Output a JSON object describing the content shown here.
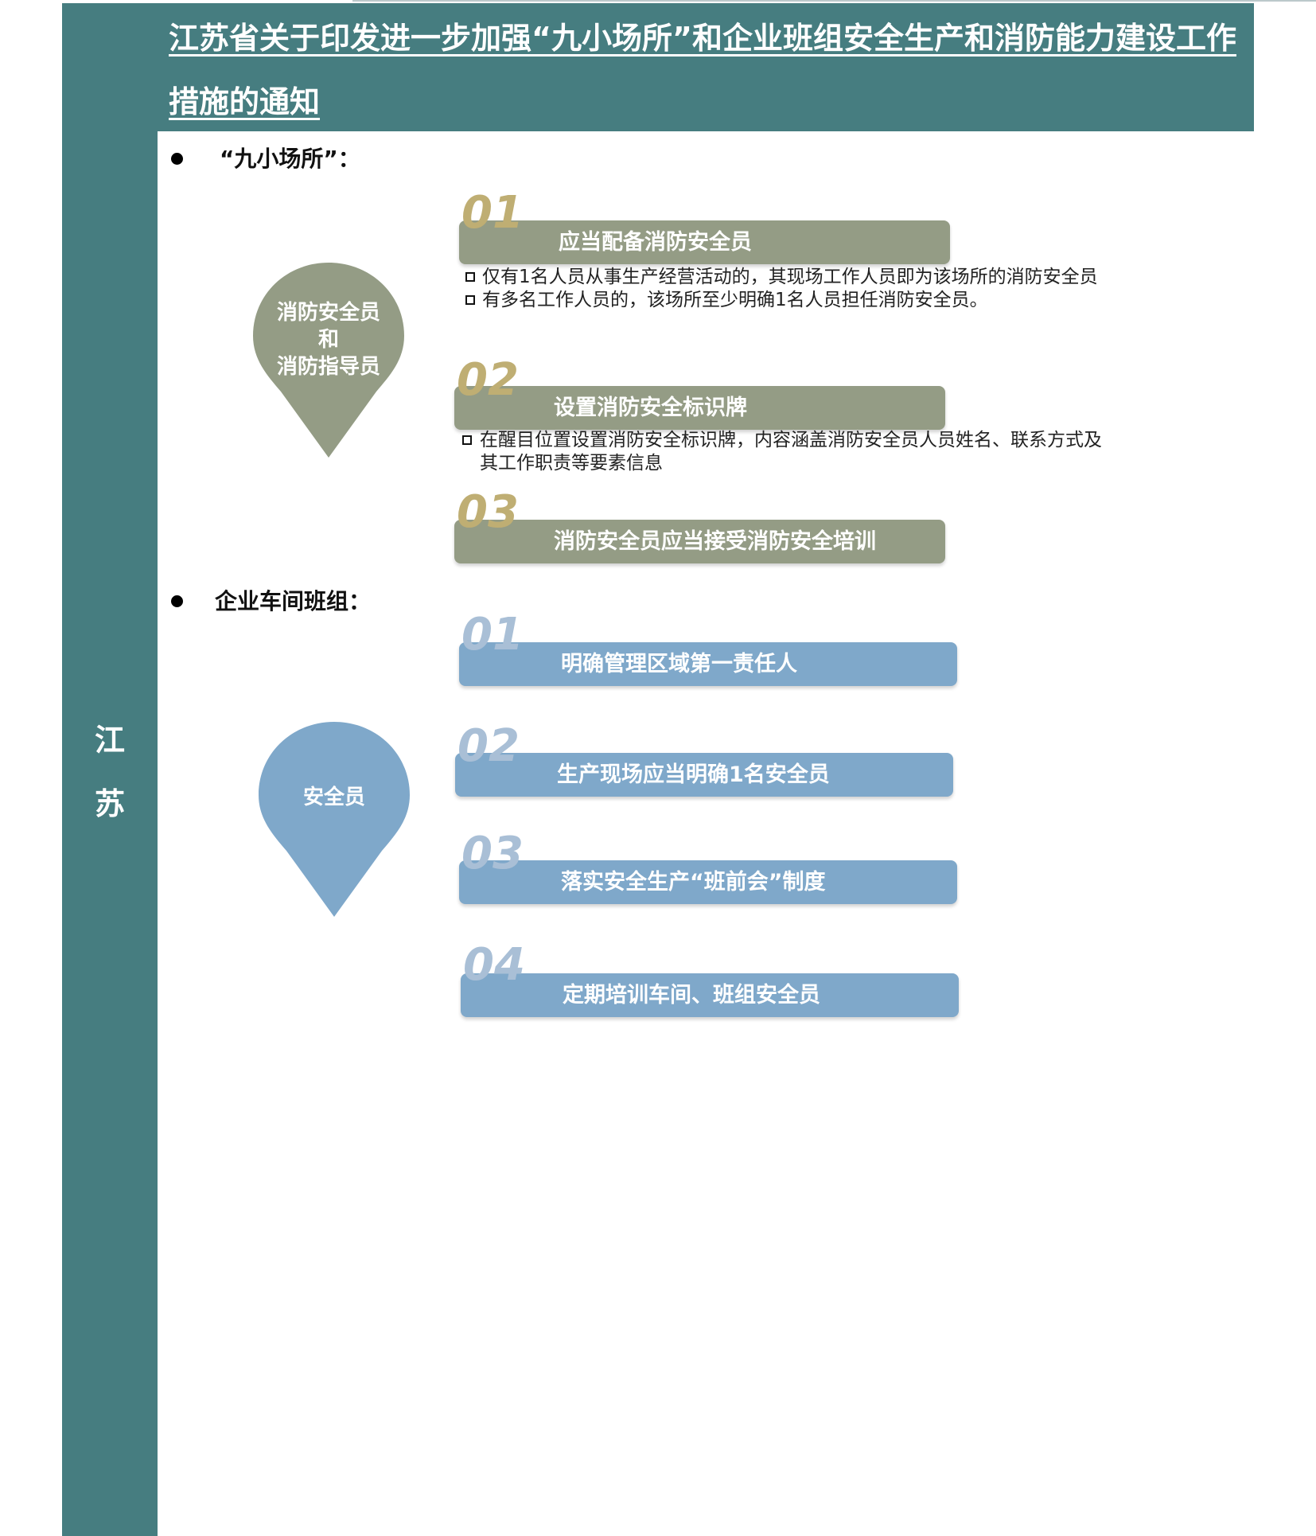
{
  "title": "江苏省关于印发进一步加强“九小场所”和企业班组安全生产和消防能力建设工作措施的通知",
  "sidebar": {
    "region": [
      "江",
      "苏"
    ]
  },
  "colors": {
    "teal": "#467d80",
    "olive": "#949c85",
    "gold": "#bfae73",
    "blue": "#7fa8ca",
    "light_blue": "#a9bfd6"
  },
  "section1": {
    "label": "“九小场所”：",
    "pin": {
      "line1": "消防安全员",
      "line2": "和",
      "line3": "消防指导员"
    },
    "items": [
      {
        "num": "01",
        "bar": "应当配备消防安全员",
        "details": [
          "仅有1名人员从事生产经营活动的，其现场工作人员即为该场所的消防安全员",
          "有多名工作人员的，该场所至少明确1名人员担任消防安全员。"
        ]
      },
      {
        "num": "02",
        "bar": "设置消防安全标识牌",
        "details": [
          "在醒目位置设置消防安全标识牌，内容涵盖消防安全员人员姓名、联系方式及",
          "其工作职责等要素信息"
        ]
      },
      {
        "num": "03",
        "bar": "消防安全员应当接受消防安全培训"
      }
    ]
  },
  "section2": {
    "label": "企业车间班组：",
    "pin": {
      "line1": "安全员"
    },
    "items": [
      {
        "num": "01",
        "bar": "明确管理区域第一责任人"
      },
      {
        "num": "02",
        "bar": "生产现场应当明确1名安全员"
      },
      {
        "num": "03",
        "bar": "落实安全生产“班前会”制度"
      },
      {
        "num": "04",
        "bar": "定期培训车间、班组安全员"
      }
    ]
  }
}
